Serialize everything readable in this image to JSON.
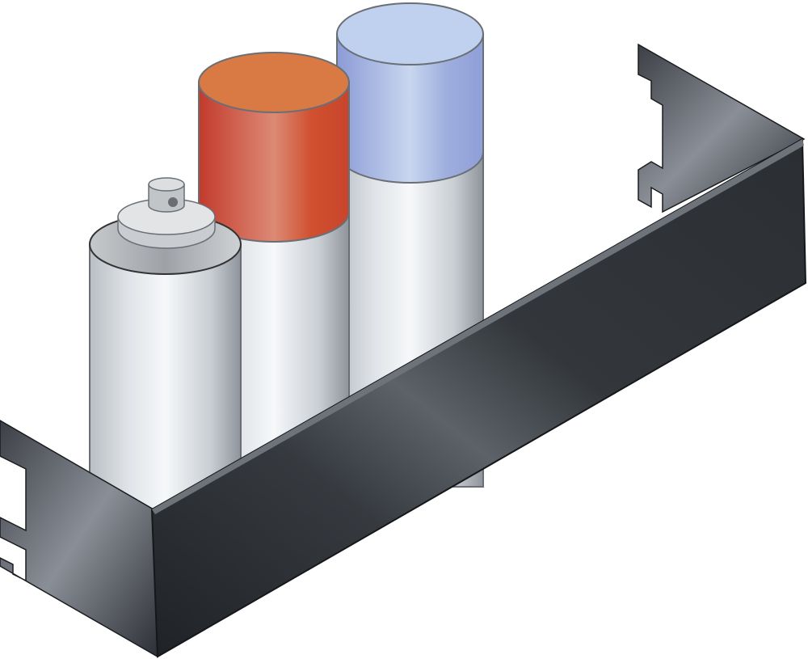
{
  "illustration": {
    "subject": "shelf-bin-with-spray-cans",
    "colors": {
      "bin_dark": "#2a2d31",
      "bin_highlight": "#7d828a",
      "can_body": "#e6e9ec",
      "red_cap": "#d04a30",
      "red_cap_top": "#d97a45",
      "blue_cap": "#98a8dc",
      "blue_cap_top": "#bfd1ee",
      "outline": "#555a60"
    },
    "cans": [
      {
        "cap": "nozzle",
        "color": "gray"
      },
      {
        "cap": "lid",
        "color": "red"
      },
      {
        "cap": "lid",
        "color": "blue"
      }
    ]
  }
}
